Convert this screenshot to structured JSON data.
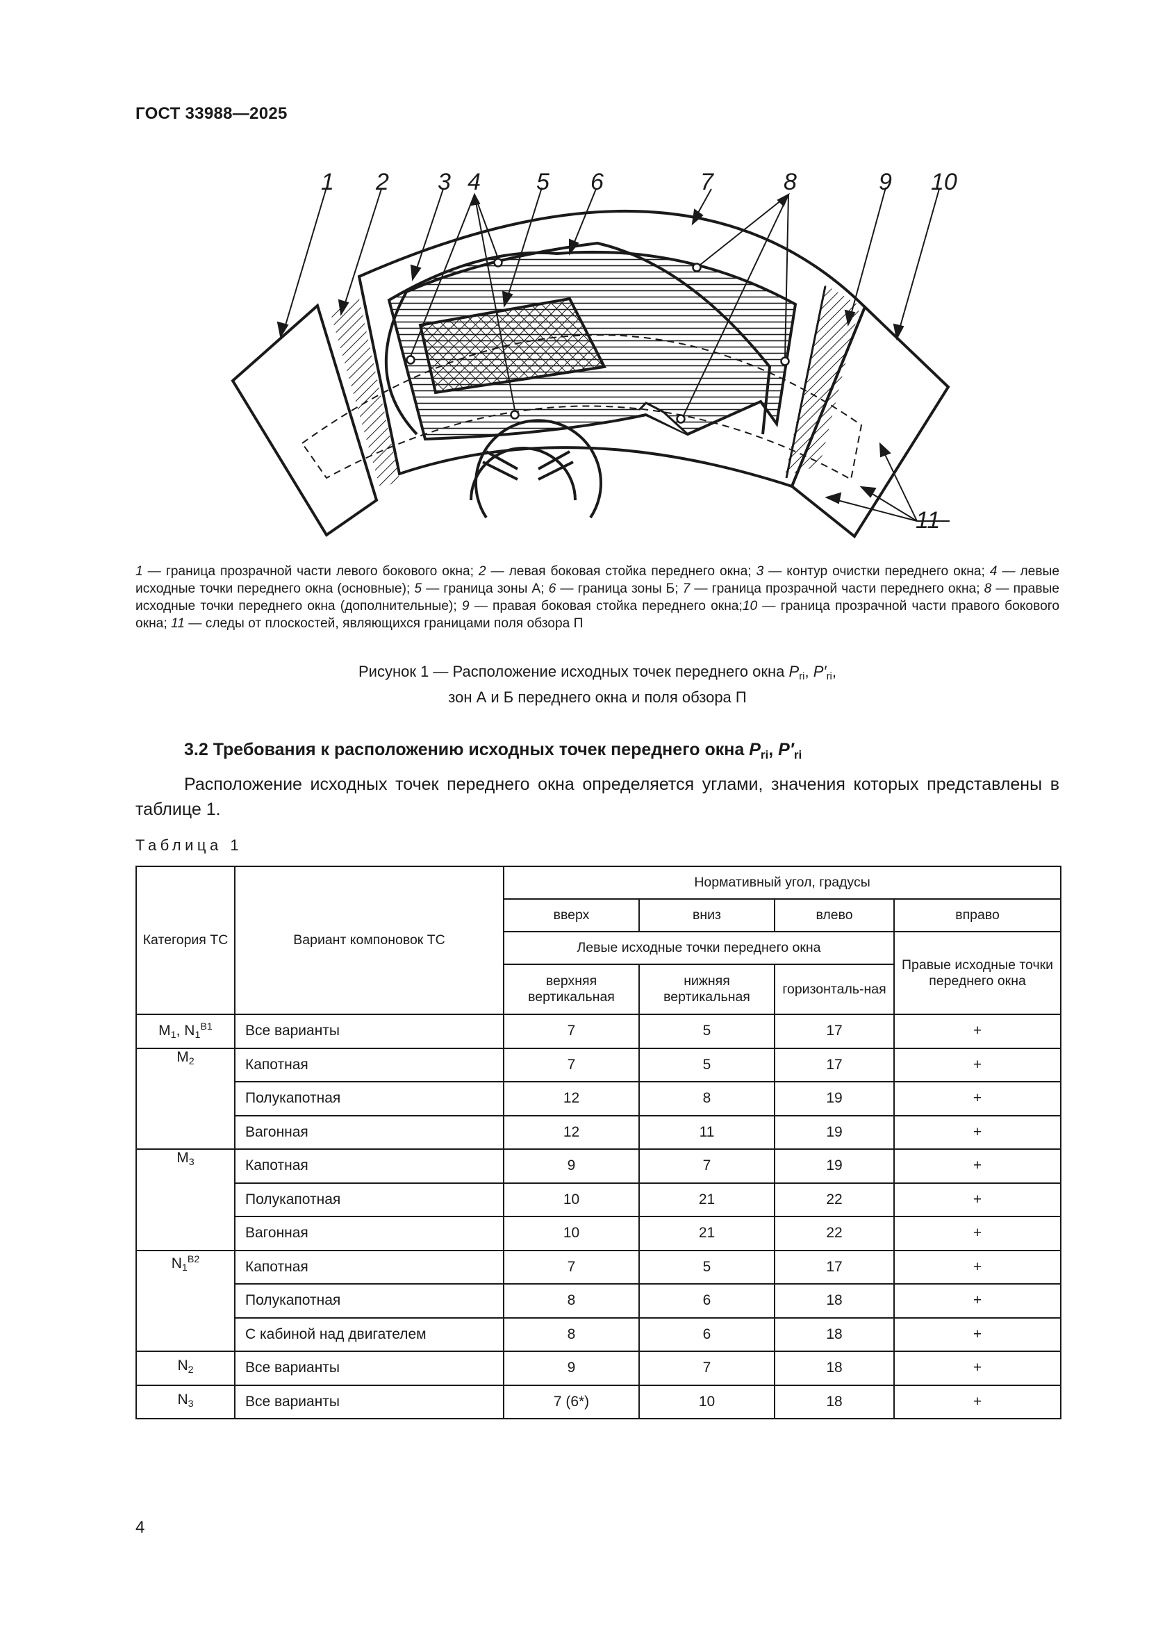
{
  "header": {
    "doc_id": "ГОСТ 33988—2025"
  },
  "figure": {
    "numbers": [
      "1",
      "2",
      "3",
      "4",
      "5",
      "6",
      "7",
      "8",
      "9",
      "10",
      "11"
    ]
  },
  "legend": {
    "items": [
      {
        "num": "1",
        "text": " — граница прозрачной части левого бокового окна; "
      },
      {
        "num": "2",
        "text": " — левая боковая стойка переднего окна; "
      },
      {
        "num": "3",
        "text": " — контур очистки переднего окна; "
      },
      {
        "num": "4",
        "text": " — левые исходные точки переднего окна (основные); "
      },
      {
        "num": "5",
        "text": " — граница зоны А; "
      },
      {
        "num": "6",
        "text": " — граница зоны Б; "
      },
      {
        "num": "7",
        "text": " — граница прозрачной части переднего окна; "
      },
      {
        "num": "8",
        "text": " — правые исходные точки переднего окна (дополнительные); "
      },
      {
        "num": "9",
        "text": " — правая боковая стойка переднего окна;"
      },
      {
        "num": "10",
        "text": " — граница прозрачной части правого бокового окна; "
      },
      {
        "num": "11",
        "text": " — следы от плоскостей, являющихся границами поля обзора П"
      }
    ]
  },
  "caption": {
    "line1_prefix": "Рисунок 1 — Расположение исходных точек переднего окна ",
    "p_letter": "P",
    "p_sub": "ri",
    "sep": ", ",
    "p2_letter": "P′",
    "p2_sub": "ri",
    "line1_end": ",",
    "line2": "зон А и Б переднего окна и поля обзора П"
  },
  "section": {
    "title_prefix": "3.2 Требования к расположению исходных точек переднего окна ",
    "p_letter": "P",
    "p_sub": "ri",
    "sep": ", ",
    "p2_letter": "P′",
    "p2_sub": "ri"
  },
  "paragraph": "Расположение исходных точек переднего окна определяется углами, значения которых представлены в таблице 1.",
  "table_label": "Таблица 1",
  "table": {
    "headers": {
      "category": "Категория ТС",
      "variant": "Вариант компоновок ТС",
      "normative": "Нормативный угол, градусы",
      "up": "вверх",
      "down": "вниз",
      "left": "влево",
      "right": "вправо",
      "left_points": "Левые исходные точки переднего окна",
      "right_points": "Правые исходные точки переднего окна",
      "upper_vertical": "верхняя вертикальная",
      "lower_vertical": "нижняя вертикальная",
      "horizontal": "горизонталь-ная"
    },
    "rows": [
      {
        "cat_html": "M<sub>1</sub>, N<sub>1</sub><sup>B1</sup>",
        "cat": "M1, N1B1",
        "span": 1,
        "variant": "Все варианты",
        "up": "7",
        "down": "5",
        "left": "17",
        "right": "+"
      },
      {
        "cat_html": "M<sub>2</sub>",
        "cat": "M2",
        "span": 3,
        "variant": "Капотная",
        "up": "7",
        "down": "5",
        "left": "17",
        "right": "+"
      },
      {
        "variant": "Полукапотная",
        "up": "12",
        "down": "8",
        "left": "19",
        "right": "+"
      },
      {
        "variant": "Вагонная",
        "up": "12",
        "down": "11",
        "left": "19",
        "right": "+"
      },
      {
        "cat_html": "M<sub>3</sub>",
        "cat": "M3",
        "span": 3,
        "variant": "Капотная",
        "up": "9",
        "down": "7",
        "left": "19",
        "right": "+"
      },
      {
        "variant": "Полукапотная",
        "up": "10",
        "down": "21",
        "left": "22",
        "right": "+"
      },
      {
        "variant": "Вагонная",
        "up": "10",
        "down": "21",
        "left": "22",
        "right": "+"
      },
      {
        "cat_html": "N<sub>1</sub><sup>B2</sup>",
        "cat": "N1B2",
        "span": 3,
        "variant": "Капотная",
        "up": "7",
        "down": "5",
        "left": "17",
        "right": "+"
      },
      {
        "variant": "Полукапотная",
        "up": "8",
        "down": "6",
        "left": "18",
        "right": "+"
      },
      {
        "variant": "С кабиной над двигателем",
        "up": "8",
        "down": "6",
        "left": "18",
        "right": "+"
      },
      {
        "cat_html": "N<sub>2</sub>",
        "cat": "N2",
        "span": 1,
        "variant": "Все варианты",
        "up": "9",
        "down": "7",
        "left": "18",
        "right": "+"
      },
      {
        "cat_html": "N<sub>3</sub>",
        "cat": "N3",
        "span": 1,
        "variant": "Все варианты",
        "up": "7 (6*)",
        "down": "10",
        "left": "18",
        "right": "+"
      }
    ]
  },
  "page_number": "4"
}
